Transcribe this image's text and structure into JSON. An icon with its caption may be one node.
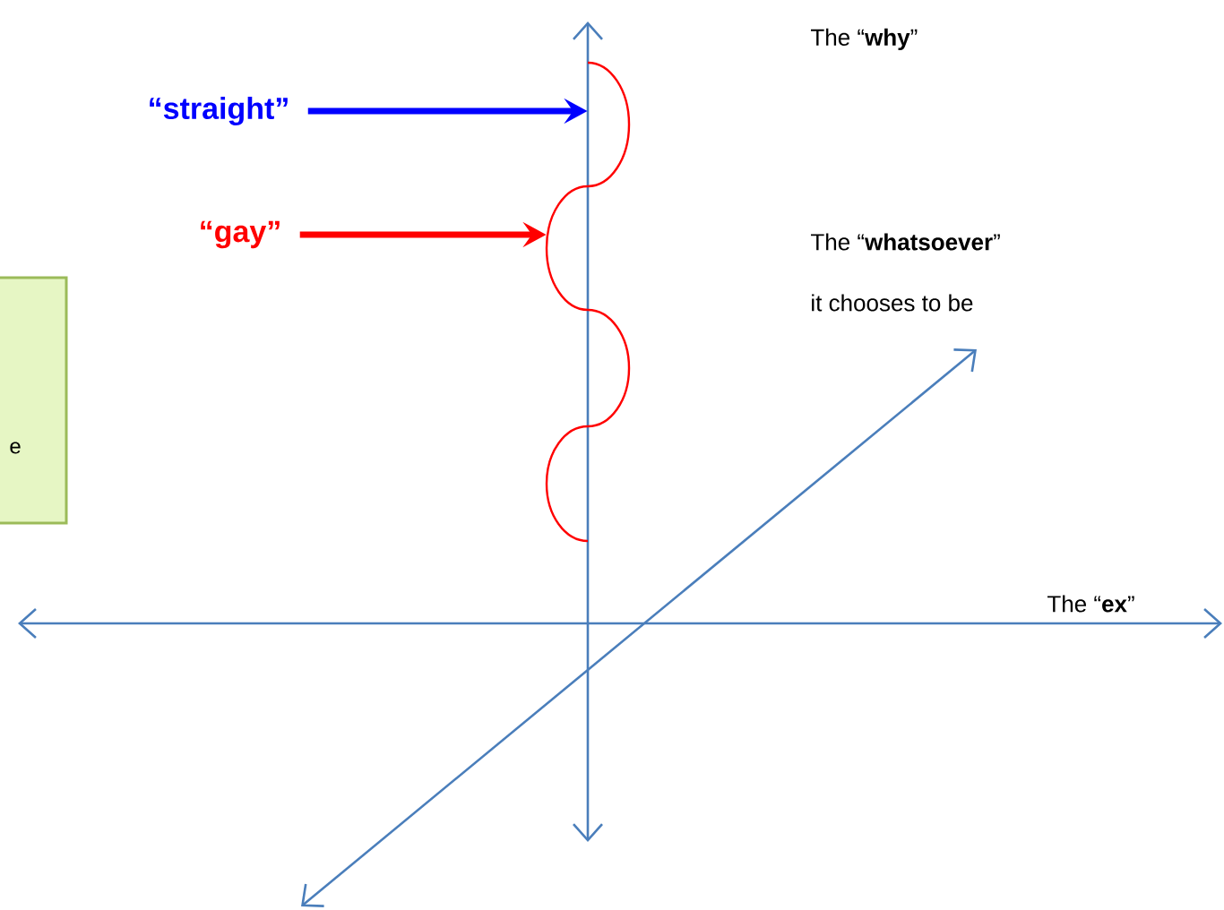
{
  "diagram": {
    "nodes": [
      {
        "text": [
          "“straight”"
        ]
      },
      {
        "text": [
          "“gay”"
        ]
      },
      {
        "text": [
          "e"
        ]
      },
      {
        "text": [],
        "shape": "arc"
      },
      {
        "text": [],
        "shape": "arc"
      },
      {
        "text": [],
        "shape": "arc"
      },
      {
        "text": [],
        "shape": "arc"
      }
    ],
    "edges": [
      {
        "from": 0,
        "to": 3,
        "arrow": "to",
        "color": "#0000ff"
      },
      {
        "from": 1,
        "to": 4,
        "arrow": "to",
        "color": "#ff0000"
      }
    ],
    "labels": [
      "The “**why**”",
      "The “**whatsoever**”",
      "it chooses to be",
      "The “**ex**”"
    ]
  }
}
